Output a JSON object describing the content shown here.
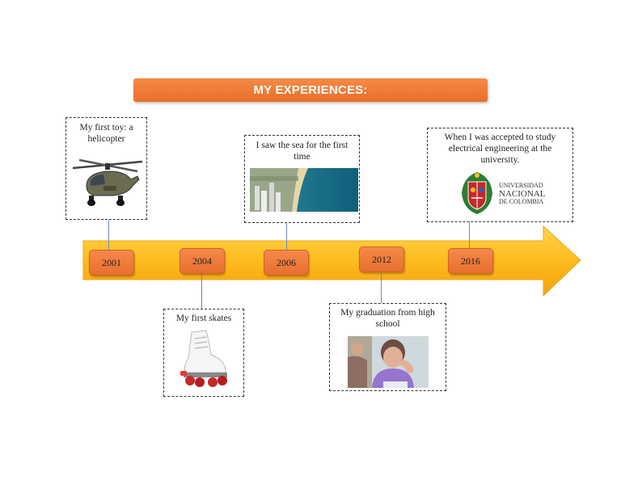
{
  "title": "MY EXPERIENCES:",
  "years": [
    "2001",
    "2004",
    "2006",
    "2012",
    "2016"
  ],
  "events": [
    {
      "year": "2001",
      "caption": "My first toy: a helicopter",
      "icon": "helicopter-image"
    },
    {
      "year": "2004",
      "caption": "My first skates",
      "icon": "roller-skate-image"
    },
    {
      "year": "2006",
      "caption": "I saw the sea for the first time",
      "icon": "sea-coast-image"
    },
    {
      "year": "2012",
      "caption": "My graduation from high school",
      "icon": "student-photo"
    },
    {
      "year": "2016",
      "caption": "When I was accepted to study electrical engineering at the university.",
      "icon": "university-logo"
    }
  ],
  "logo": {
    "line1": "UNIVERSIDAD",
    "line2": "NACIONAL",
    "line3": "DE COLOMBIA"
  },
  "colors": {
    "title": "#f07c39",
    "year_box": "#ee7a38",
    "arrow": "#fdbb1f",
    "connector": "#6a8cc0"
  }
}
